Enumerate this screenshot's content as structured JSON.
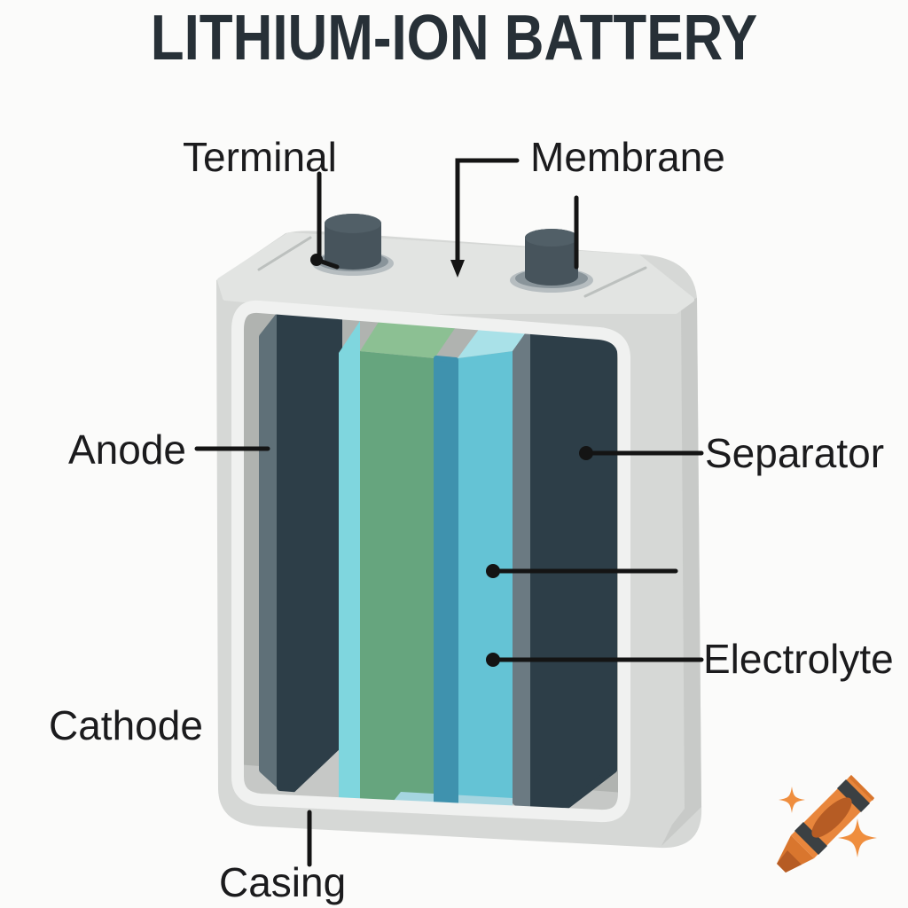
{
  "title": "LITHIUM-ION BATTERY",
  "labels": {
    "terminal": "Terminal",
    "membrane": "Membrane",
    "anode": "Anode",
    "separator": "Separator",
    "electrolyte": "Electrolyte",
    "cathode": "Cathode",
    "casing": "Casing"
  },
  "icons": {
    "crayon": "crayon-icon",
    "sparkle": "sparkle-icon"
  },
  "colors": {
    "background": "#fbfbfa",
    "title_text": "#273037",
    "label_text": "#1b1b1d",
    "line": "#141414",
    "casing_face": "#d6d8d6",
    "casing_top": "#e2e4e2",
    "casing_edge": "#c3c5c3",
    "casing_groove": "#bcc0be",
    "inner_frame": "#f0f1f0",
    "back_wall": "#b0b3b0",
    "floor": "#c6c8c6",
    "plate_dark": "#2d3e48",
    "plate_dark_side": "#5f7078",
    "cyan_side": "#7fd6de",
    "green_face": "#66a57e",
    "green_top": "#8cc093",
    "steel_blue": "#3f92ae",
    "cyan_face": "#64c3d5",
    "cyan_top": "#a9e1e8",
    "right_plate_side": "#6b7a82",
    "electrolyte_pool": "#a5d5e0",
    "terminal_body": "#47545c",
    "terminal_top": "#515f67",
    "terminal_hole": "#89949a",
    "terminal_hole_rim": "#b6bdc0",
    "crayon_orange": "#e8863c",
    "crayon_tip": "#d9762e",
    "crayon_oval": "#b65c24",
    "crayon_band": "#3b4043",
    "sparkle": "#ef8e3e"
  }
}
